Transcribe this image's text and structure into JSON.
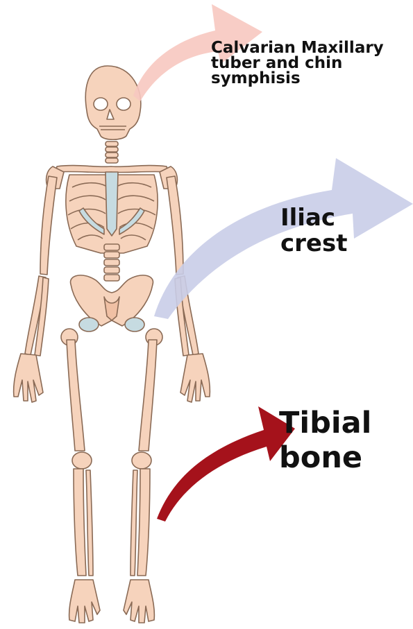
{
  "labels": [
    {
      "lines": [
        "Calvarian Maxillary",
        "tuber and chin",
        "symphisis"
      ],
      "arrow_color": "#f7c8c0"
    },
    {
      "lines": [
        "Iliac",
        "crest"
      ],
      "arrow_color": "#c9cde8"
    },
    {
      "lines": [
        "Tibial",
        "bone"
      ],
      "arrow_color": "#a5121b"
    }
  ],
  "colors": {
    "bone": "#f6d3bc",
    "bone_outline": "#8a6a55",
    "cartilage": "#c6dbe1",
    "background": "#ffffff"
  }
}
